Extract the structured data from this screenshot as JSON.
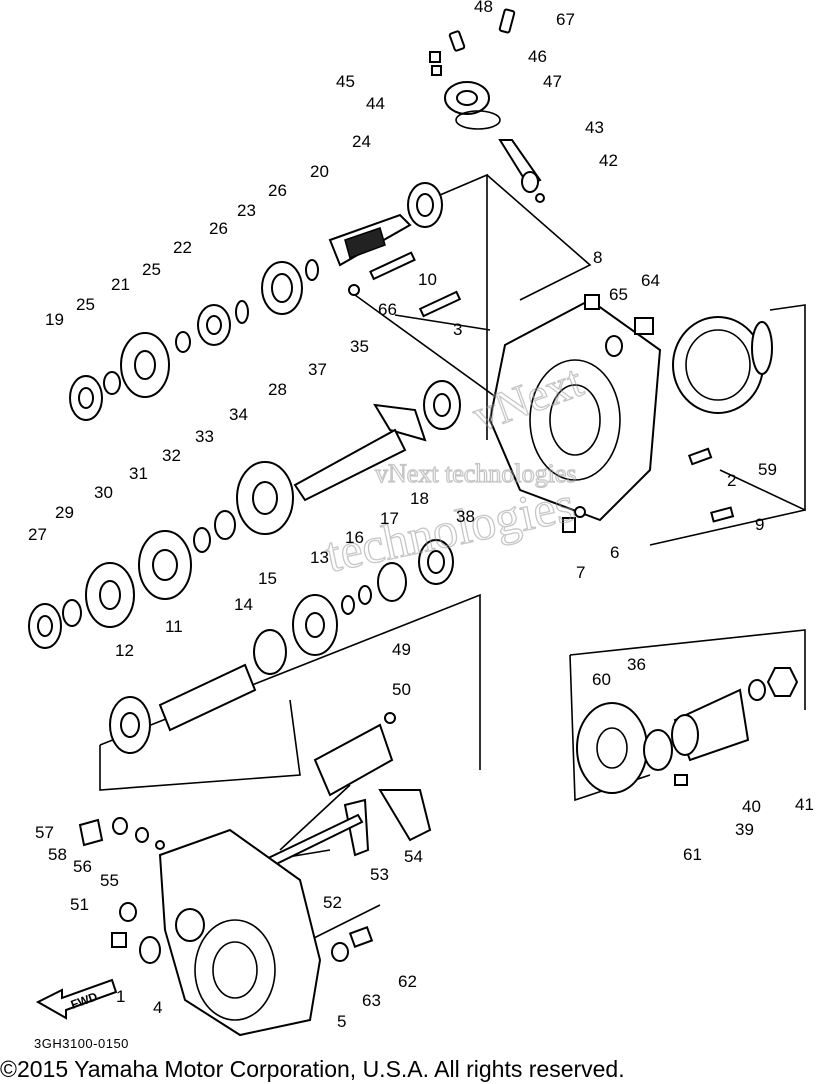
{
  "diagram_code": "3GH3100-0150",
  "copyright": "©2015 Yamaha Motor Corporation, U.S.A. All rights reserved.",
  "watermark": [
    "vNext technologies",
    "vNext",
    "technologies"
  ],
  "direction_arrow": "FWD",
  "callouts": [
    {
      "id": "48",
      "text": "48"
    },
    {
      "id": "67",
      "text": "67"
    },
    {
      "id": "46",
      "text": "46"
    },
    {
      "id": "45",
      "text": "45"
    },
    {
      "id": "44",
      "text": "44"
    },
    {
      "id": "47",
      "text": "47"
    },
    {
      "id": "43",
      "text": "43"
    },
    {
      "id": "42",
      "text": "42"
    },
    {
      "id": "24",
      "text": "24"
    },
    {
      "id": "20",
      "text": "20"
    },
    {
      "id": "26a",
      "text": "26"
    },
    {
      "id": "23",
      "text": "23"
    },
    {
      "id": "26b",
      "text": "26"
    },
    {
      "id": "22",
      "text": "22"
    },
    {
      "id": "21",
      "text": "21"
    },
    {
      "id": "25a",
      "text": "25"
    },
    {
      "id": "19",
      "text": "19"
    },
    {
      "id": "25b",
      "text": "25"
    },
    {
      "id": "10",
      "text": "10"
    },
    {
      "id": "66",
      "text": "66"
    },
    {
      "id": "3",
      "text": "3"
    },
    {
      "id": "8",
      "text": "8"
    },
    {
      "id": "65",
      "text": "65"
    },
    {
      "id": "64",
      "text": "64"
    },
    {
      "id": "35",
      "text": "35"
    },
    {
      "id": "37",
      "text": "37"
    },
    {
      "id": "28",
      "text": "28"
    },
    {
      "id": "34",
      "text": "34"
    },
    {
      "id": "33",
      "text": "33"
    },
    {
      "id": "32",
      "text": "32"
    },
    {
      "id": "31",
      "text": "31"
    },
    {
      "id": "30",
      "text": "30"
    },
    {
      "id": "29",
      "text": "29"
    },
    {
      "id": "27",
      "text": "27"
    },
    {
      "id": "2",
      "text": "2"
    },
    {
      "id": "59",
      "text": "59"
    },
    {
      "id": "38",
      "text": "38"
    },
    {
      "id": "18",
      "text": "18"
    },
    {
      "id": "17",
      "text": "17"
    },
    {
      "id": "16",
      "text": "16"
    },
    {
      "id": "13",
      "text": "13"
    },
    {
      "id": "15",
      "text": "15"
    },
    {
      "id": "14",
      "text": "14"
    },
    {
      "id": "11",
      "text": "11"
    },
    {
      "id": "12",
      "text": "12"
    },
    {
      "id": "9",
      "text": "9"
    },
    {
      "id": "6",
      "text": "6"
    },
    {
      "id": "7",
      "text": "7"
    },
    {
      "id": "49",
      "text": "49"
    },
    {
      "id": "50",
      "text": "50"
    },
    {
      "id": "60",
      "text": "60"
    },
    {
      "id": "36",
      "text": "36"
    },
    {
      "id": "40",
      "text": "40"
    },
    {
      "id": "41",
      "text": "41"
    },
    {
      "id": "39",
      "text": "39"
    },
    {
      "id": "61",
      "text": "61"
    },
    {
      "id": "57",
      "text": "57"
    },
    {
      "id": "58",
      "text": "58"
    },
    {
      "id": "56",
      "text": "56"
    },
    {
      "id": "55",
      "text": "55"
    },
    {
      "id": "51",
      "text": "51"
    },
    {
      "id": "52",
      "text": "52"
    },
    {
      "id": "53",
      "text": "53"
    },
    {
      "id": "54",
      "text": "54"
    },
    {
      "id": "1",
      "text": "1"
    },
    {
      "id": "4",
      "text": "4"
    },
    {
      "id": "5",
      "text": "5"
    },
    {
      "id": "63",
      "text": "63"
    },
    {
      "id": "62",
      "text": "62"
    }
  ]
}
